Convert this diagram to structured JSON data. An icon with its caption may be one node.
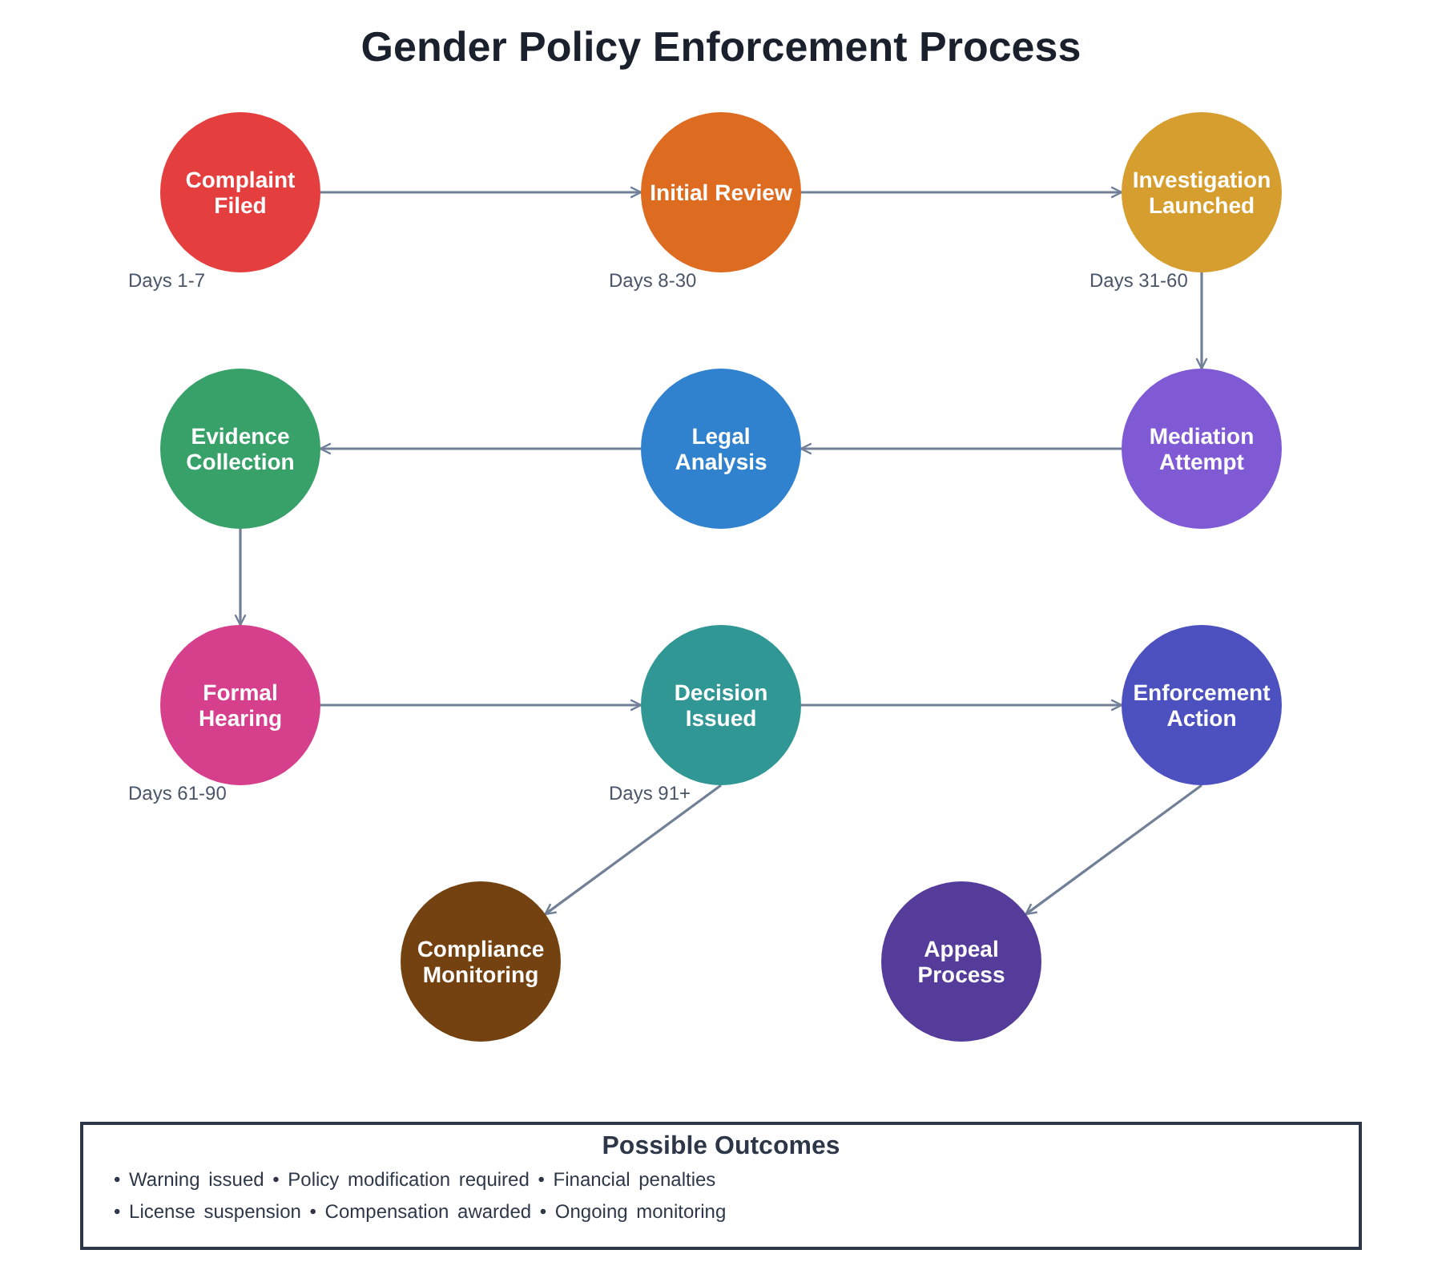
{
  "diagram": {
    "title": "Gender Policy Enforcement Process",
    "nodes": [
      {
        "text": [
          "Complaint Filed"
        ],
        "beside": [
          "Days 1-7"
        ]
      },
      {
        "text": [
          "Initial Review"
        ],
        "beside": [
          "Days 8-30"
        ]
      },
      {
        "text": [
          "Investigation Launched"
        ],
        "beside": [
          "Days 31-60"
        ]
      },
      {
        "text": [
          "Evidence Collection"
        ]
      },
      {
        "text": [
          "Legal Analysis"
        ]
      },
      {
        "text": [
          "Mediation Attempt"
        ]
      },
      {
        "text": [
          "Formal Hearing"
        ],
        "beside": [
          "Days 61-90"
        ]
      },
      {
        "text": [
          "Decision Issued"
        ],
        "beside": [
          "Days 91+"
        ]
      },
      {
        "text": [
          "Enforcement Action"
        ]
      },
      {
        "text": [
          "Compliance Monitoring"
        ]
      },
      {
        "text": [
          "Appeal Process"
        ]
      },
      {
        "text": [
          "Possible Outcomes",
          "• Warning issued • Policy modification required • Financial penalties",
          "• License suspension • Compensation awarded • Ongoing monitoring"
        ]
      }
    ],
    "edges": [
      {
        "from": 0,
        "to": 1,
        "arrow": "to"
      },
      {
        "from": 1,
        "to": 2,
        "arrow": "to"
      },
      {
        "from": 2,
        "to": 5,
        "arrow": "to"
      },
      {
        "from": 5,
        "to": 4,
        "arrow": "to"
      },
      {
        "from": 4,
        "to": 3,
        "arrow": "to"
      },
      {
        "from": 3,
        "to": 6,
        "arrow": "to"
      },
      {
        "from": 6,
        "to": 7,
        "arrow": "to"
      },
      {
        "from": 7,
        "to": 8,
        "arrow": "to"
      },
      {
        "from": 7,
        "to": 9,
        "arrow": "to"
      },
      {
        "from": 8,
        "to": 10,
        "arrow": "to"
      }
    ]
  }
}
